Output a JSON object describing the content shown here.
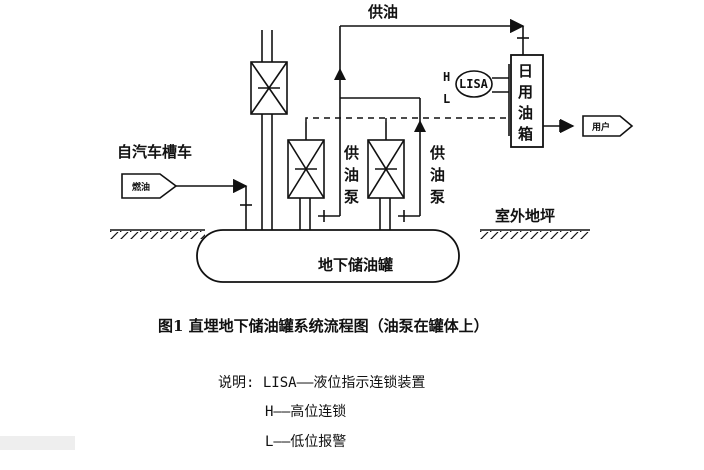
{
  "labels": {
    "supply_oil": "供油",
    "tanker_source": "自汽车槽车",
    "fuel_tag": "燃油",
    "pump_left": [
      "供",
      "油",
      "泵"
    ],
    "pump_right": [
      "供",
      "油",
      "泵"
    ],
    "outdoor_ground": "室外地坪",
    "underground_tank": "地下储油罐",
    "day_tank": [
      "日",
      "用",
      "油",
      "箱"
    ],
    "user_tag": "用户",
    "lisa": "LISA",
    "h": "H",
    "l": "L"
  },
  "caption": "图1  直埋地下储油罐系统流程图（油泵在罐体上）",
  "legend": {
    "line1": "说明: LISA——液位指示连锁装置",
    "line2": "H——高位连锁",
    "line3": "L——低位报警"
  }
}
